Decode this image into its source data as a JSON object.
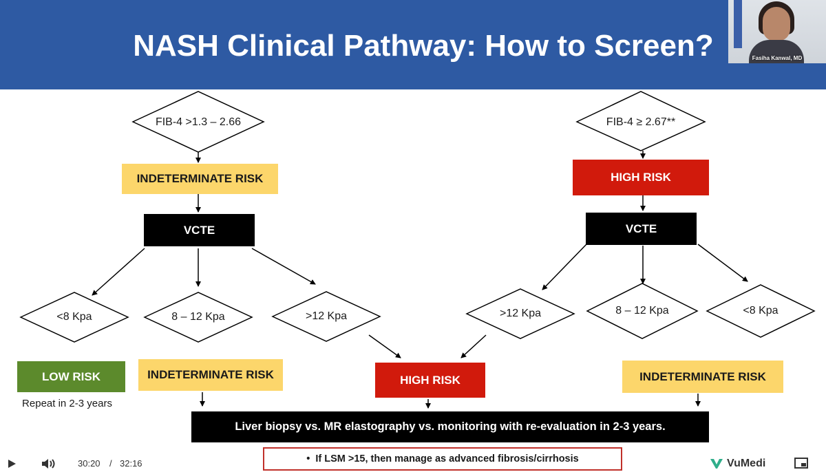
{
  "slide": {
    "title": "NASH Clinical Pathway: How to Screen?",
    "colors": {
      "header_blue": "#2e5aa3",
      "indeterminate_yellow": "#fcd66b",
      "high_risk_red": "#d11a0c",
      "low_risk_green": "#5c8a2c",
      "vcte_black": "#000000"
    }
  },
  "webcam": {
    "speaker_name": "Fasiha Kanwal, MD"
  },
  "left_branch": {
    "decision": "FIB-4 >1.3 – 2.66",
    "risk": "INDETERMINATE RISK",
    "test": "VCTE",
    "outcomes": [
      "<8 Kpa",
      "8 – 12 Kpa",
      ">12 Kpa"
    ],
    "low_risk": "LOW RISK",
    "low_risk_note": "Repeat in 2-3 years",
    "indeterminate": "INDETERMINATE RISK"
  },
  "right_branch": {
    "decision": "FIB-4 ≥ 2.67**",
    "risk": "HIGH RISK",
    "test": "VCTE",
    "outcomes": [
      ">12 Kpa",
      "8 – 12 Kpa",
      "<8 Kpa"
    ],
    "indeterminate": "INDETERMINATE RISK"
  },
  "center": {
    "high_risk": "HIGH RISK"
  },
  "bottom": {
    "action": "Liver biopsy vs. MR elastography vs. monitoring with re-evaluation in 2-3 years.",
    "bullet": "If LSM >15, then manage as advanced fibrosis/cirrhosis"
  },
  "player": {
    "current_time": "30:20",
    "separator": "/",
    "total_time": "32:16",
    "brand": "VuMedi",
    "icons": [
      "play-icon",
      "volume-icon",
      "picture-in-picture-icon",
      "vumedi-logo-icon"
    ]
  }
}
